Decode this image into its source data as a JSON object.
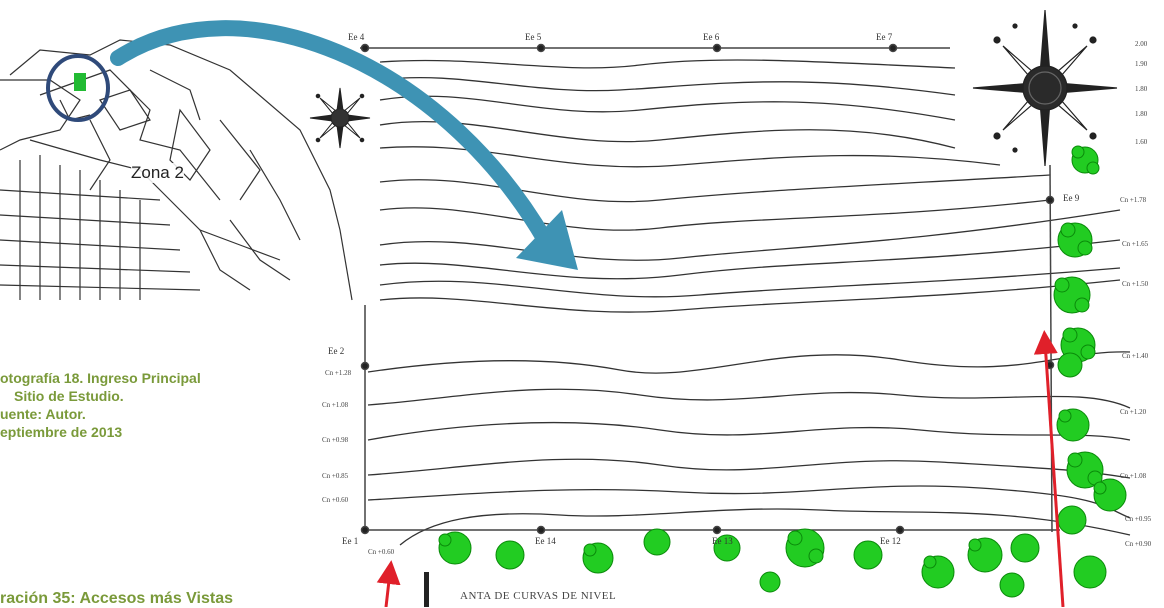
{
  "map": {
    "zone_label": "Zona 2"
  },
  "caption": {
    "line1": "otografía 18. Ingreso Principal",
    "line2": "Sitio de Estudio.",
    "line3": "uente: Autor.",
    "line4": "eptiembre de 2013"
  },
  "plan": {
    "title": "ANTA DE CURVAS DE NIVEL",
    "axes_top": [
      "Ee 4",
      "Ee 5",
      "Ee 6",
      "Ee 7"
    ],
    "axes_bottom": [
      "Ee 1",
      "Ee 14",
      "Ee 13",
      "Ee 12"
    ],
    "axis_left_mid": "Ee 2",
    "axis_right": "Ee 9",
    "levels_right": [
      "Cn +1.78",
      "Cn +1.65",
      "Cn +1.50",
      "Cn +1.40",
      "Cn +1.20",
      "Cn +1.08",
      "Cn +0.95",
      "Cn +0.90"
    ],
    "levels_left": [
      "Cn +1.28",
      "Cn +1.08",
      "Cn +0.98",
      "Cn +0.85",
      "Cn +0.60",
      "Cn +0.60"
    ],
    "levels_top_right": [
      "2.00",
      "1.90",
      "1.80",
      "1.80",
      "1.60"
    ]
  },
  "illustration": {
    "label": "ración      35:       Accesos       más    Vistas"
  },
  "colors": {
    "caption": "#7a9a3a",
    "arrow": "#3e93b4",
    "trees": "#22cc22",
    "pointer": "#e0202a",
    "highlight_square": "#22bb33",
    "circle": "#2f4a7a"
  }
}
